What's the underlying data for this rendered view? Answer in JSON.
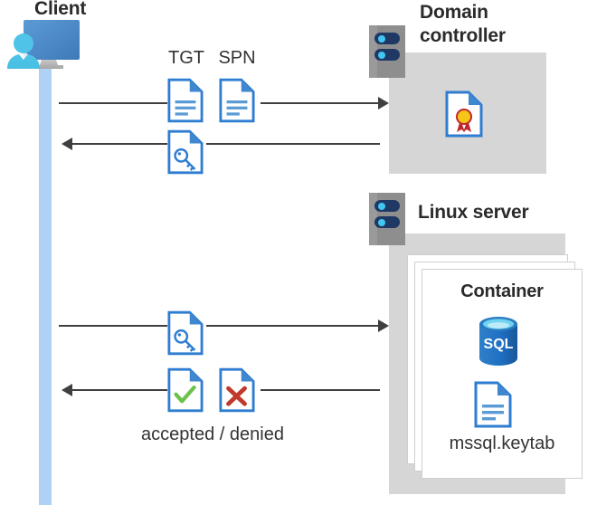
{
  "diagram": {
    "title_client": "Client",
    "title_domain_controller": "Domain\ncontroller",
    "title_domain_controller_line1": "Domain",
    "title_domain_controller_line2": "controller",
    "title_linux_server": "Linux server",
    "title_container": "Container",
    "label_tgt": "TGT",
    "label_spn": "SPN",
    "label_keytab_file": "mssql.keytab",
    "label_accepted_denied": "accepted / denied"
  },
  "icons": {
    "client": "client-workstation-user-icon",
    "server_dc": "server-rack-icon",
    "server_linux": "server-rack-icon",
    "certificate": "certificate-document-icon",
    "tgt_document": "text-document-icon",
    "spn_document": "text-document-icon",
    "ticket_key": "key-document-icon",
    "request_key": "key-document-icon",
    "accepted": "check-document-icon",
    "denied": "x-document-icon",
    "sql_database": "sql-database-cylinder-icon",
    "keytab_document": "text-document-icon"
  },
  "colors": {
    "accent_blue": "#2f7dd1",
    "doc_fold_blue": "#3f87cf",
    "panel_gray": "#d6d6d6",
    "lifeline_blue": "#aed2f5",
    "line_dark": "#3f3f3f",
    "check_green": "#6cc24a",
    "cross_red": "#c0392b",
    "seal_gold": "#f5c518",
    "seal_ribbon_red": "#c0272d",
    "sql_blue": "#1f6fc4",
    "sql_top_cyan": "#6fd4f2",
    "server_navy": "#1f3864",
    "server_dot_cyan": "#41c6f0",
    "title_text": "#2b2b2b"
  },
  "flows": {
    "step1": "client-to-domain-controller-request",
    "step2": "domain-controller-to-client-ticket",
    "step3": "client-to-linux-server-request",
    "step4": "linux-server-to-client-response"
  }
}
